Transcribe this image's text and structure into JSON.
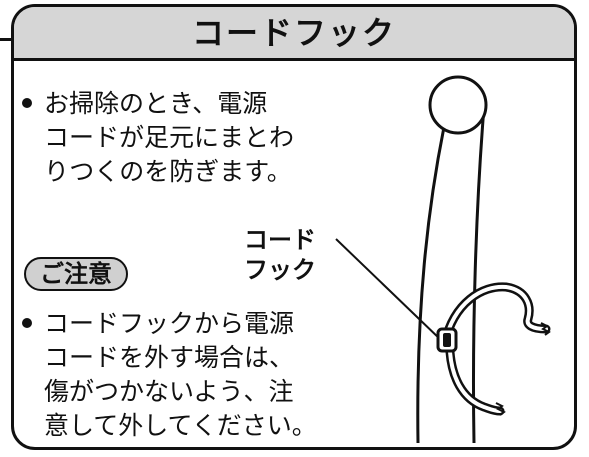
{
  "header": {
    "title": "コードフック"
  },
  "description": {
    "lines": [
      "お掃除のとき、電源",
      "コードが足元にまとわ",
      "りつくのを防ぎます。"
    ]
  },
  "callout": {
    "lines": [
      "コード",
      "フック"
    ]
  },
  "caution": {
    "badge": "ご注意",
    "lines": [
      "コードフックから電源",
      "コードを外す場合は、",
      "傷がつかないよう、注",
      "意して外してください。"
    ]
  },
  "colors": {
    "header_bg": "#d6d6d6",
    "badge_bg": "#d0d0d0",
    "outline": "#111111"
  },
  "icons": {
    "illustration": "cord-hook-illustration"
  }
}
